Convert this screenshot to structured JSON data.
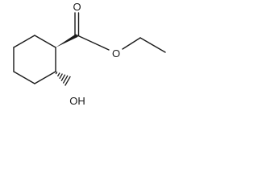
{
  "molecule": {
    "atom_labels": {
      "carbonyl_oxygen": "O",
      "ester_oxygen": "O",
      "hydroxyl": "OH"
    },
    "stereo_bonds": {
      "ring_to_carbonyl": "wedge",
      "ring_to_hydroxyl": "hash"
    },
    "colors": {
      "ink": "#1a1a1a",
      "background": "#ffffff"
    }
  }
}
